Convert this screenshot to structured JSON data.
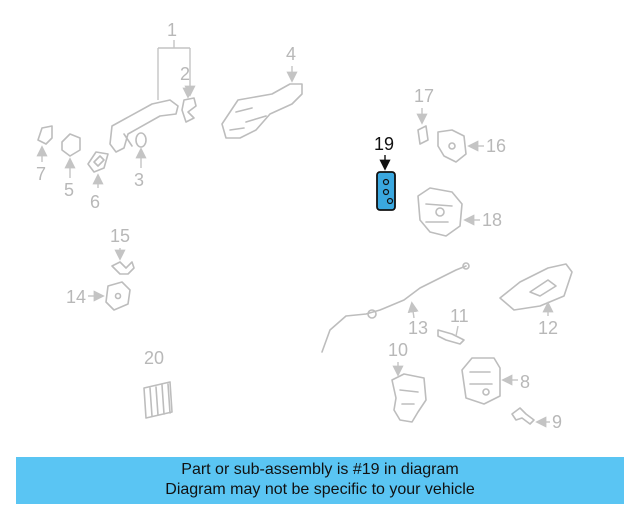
{
  "diagram": {
    "callouts": [
      {
        "id": "1",
        "label": "1"
      },
      {
        "id": "2",
        "label": "2"
      },
      {
        "id": "3",
        "label": "3"
      },
      {
        "id": "4",
        "label": "4"
      },
      {
        "id": "5",
        "label": "5"
      },
      {
        "id": "6",
        "label": "6"
      },
      {
        "id": "7",
        "label": "7"
      },
      {
        "id": "8",
        "label": "8"
      },
      {
        "id": "9",
        "label": "9"
      },
      {
        "id": "10",
        "label": "10"
      },
      {
        "id": "11",
        "label": "11"
      },
      {
        "id": "12",
        "label": "12"
      },
      {
        "id": "13",
        "label": "13"
      },
      {
        "id": "14",
        "label": "14"
      },
      {
        "id": "15",
        "label": "15"
      },
      {
        "id": "16",
        "label": "16"
      },
      {
        "id": "17",
        "label": "17"
      },
      {
        "id": "18",
        "label": "18"
      },
      {
        "id": "19",
        "label": "19"
      },
      {
        "id": "20",
        "label": "20"
      }
    ],
    "highlighted_part": "19",
    "colors": {
      "highlight_fill": "#3aa8e0",
      "banner_bg": "#5ac5f3",
      "inactive_gray": "#bdbdbd"
    }
  },
  "banner": {
    "line1": "Part or sub-assembly is #19 in diagram",
    "line2": "Diagram may not be specific to your vehicle"
  }
}
